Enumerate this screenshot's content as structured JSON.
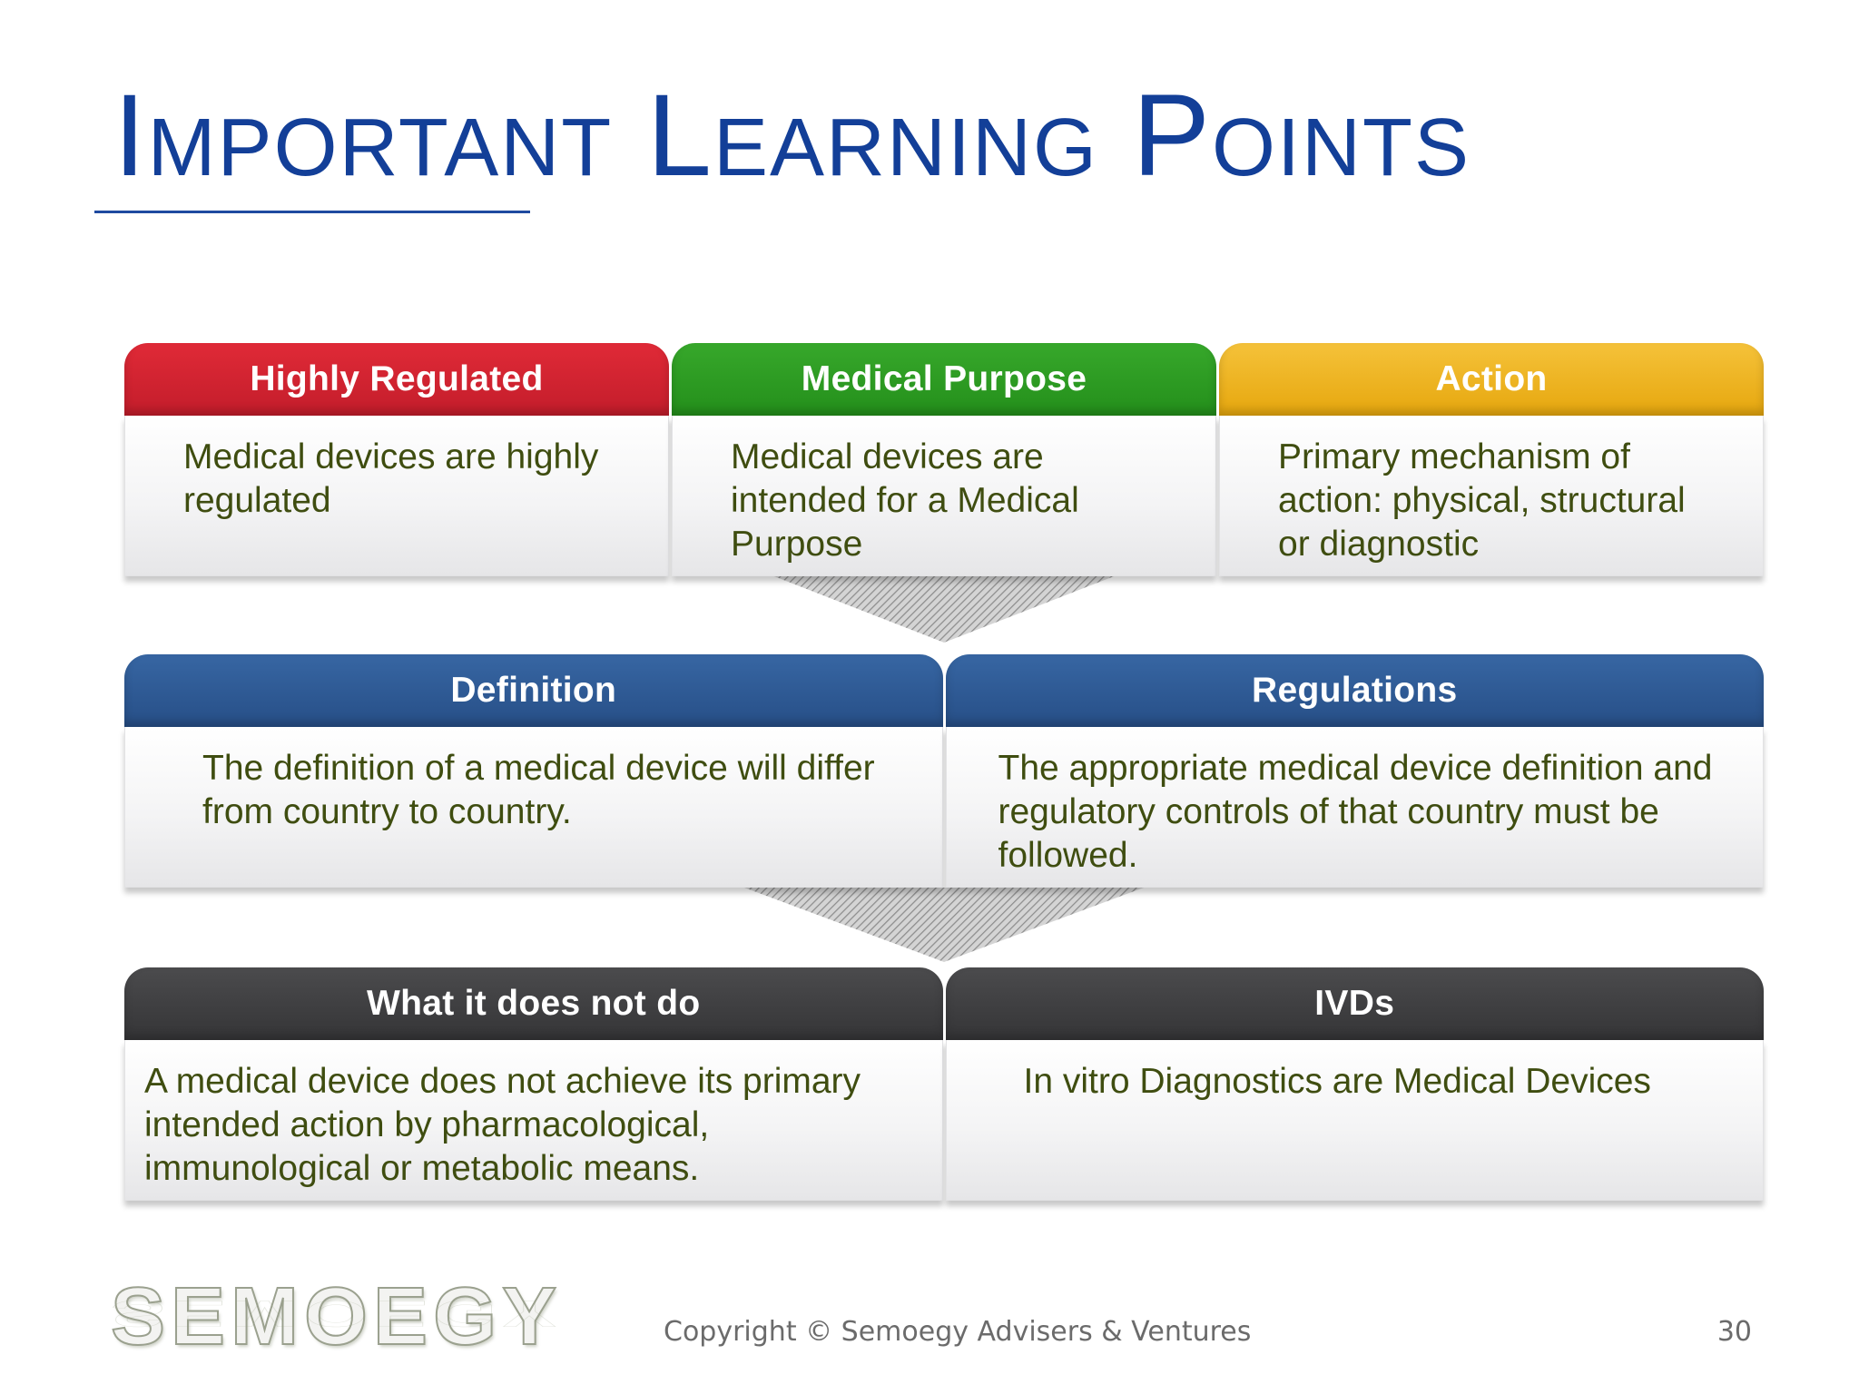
{
  "slide": {
    "title": "Important Learning Points",
    "copyright": "Copyright © Semoegy Advisers & Ventures",
    "page_number": "30",
    "logo_text": "SEMOEGY"
  },
  "colors": {
    "title": "#133f98",
    "body_text": "#3f4d10",
    "red": "#d0202f",
    "green": "#2e9e22",
    "yellow": "#f0b51f",
    "blue": "#2e5b97",
    "dark": "#3f3f41"
  },
  "rows": [
    {
      "boxes": [
        {
          "header": "Highly Regulated",
          "body": "Medical devices are highly regulated",
          "color": "red"
        },
        {
          "header": "Medical Purpose",
          "body": "Medical devices are intended for a Medical Purpose",
          "color": "green"
        },
        {
          "header": "Action",
          "body": "Primary mechanism of action: physical, structural or diagnostic",
          "color": "yellow"
        }
      ]
    },
    {
      "boxes": [
        {
          "header": "Definition",
          "body": "The definition of a medical device will differ from country to country.",
          "color": "blue"
        },
        {
          "header": "Regulations",
          "body": "The appropriate medical device definition and regulatory controls of that country must be followed.",
          "color": "blue"
        }
      ]
    },
    {
      "boxes": [
        {
          "header": "What it does not do",
          "body": "A medical device does not achieve its primary intended action by pharmacological, immunological or metabolic means.",
          "color": "dark"
        },
        {
          "header": "IVDs",
          "body": "In vitro Diagnostics are Medical Devices",
          "color": "dark"
        }
      ]
    }
  ]
}
